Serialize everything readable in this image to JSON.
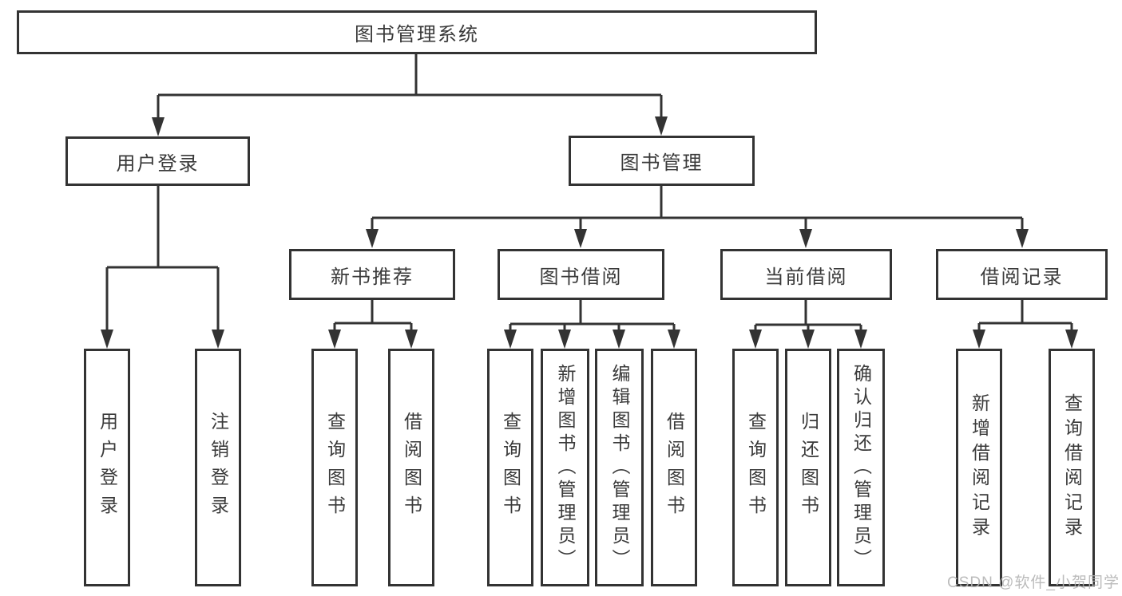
{
  "colors": {
    "line": "#333333",
    "node_border": "#333333",
    "node_text": "#3a3a3a",
    "background": "#ffffff",
    "watermark_text": "#b4b4b4"
  },
  "nodes": {
    "root": {
      "label": "图书管理系统"
    },
    "level2": [
      {
        "label": "用户登录"
      },
      {
        "label": "图书管理"
      }
    ],
    "level3": [
      {
        "label": "新书推荐"
      },
      {
        "label": "图书借阅"
      },
      {
        "label": "当前借阅"
      },
      {
        "label": "借阅记录"
      }
    ],
    "leaves": [
      {
        "label": "用户登录"
      },
      {
        "label": "注销登录"
      },
      {
        "label": "查询图书"
      },
      {
        "label": "借阅图书"
      },
      {
        "label": "查询图书"
      },
      {
        "label": "新增图书（管理员）"
      },
      {
        "label": "编辑图书（管理员）"
      },
      {
        "label": "借阅图书"
      },
      {
        "label": "查询图书"
      },
      {
        "label": "归还图书"
      },
      {
        "label": "确认归还（管理员）"
      },
      {
        "label": "新增借阅记录"
      },
      {
        "label": "查询借阅记录"
      }
    ]
  },
  "watermark": "CSDN @软件_小贺同学"
}
